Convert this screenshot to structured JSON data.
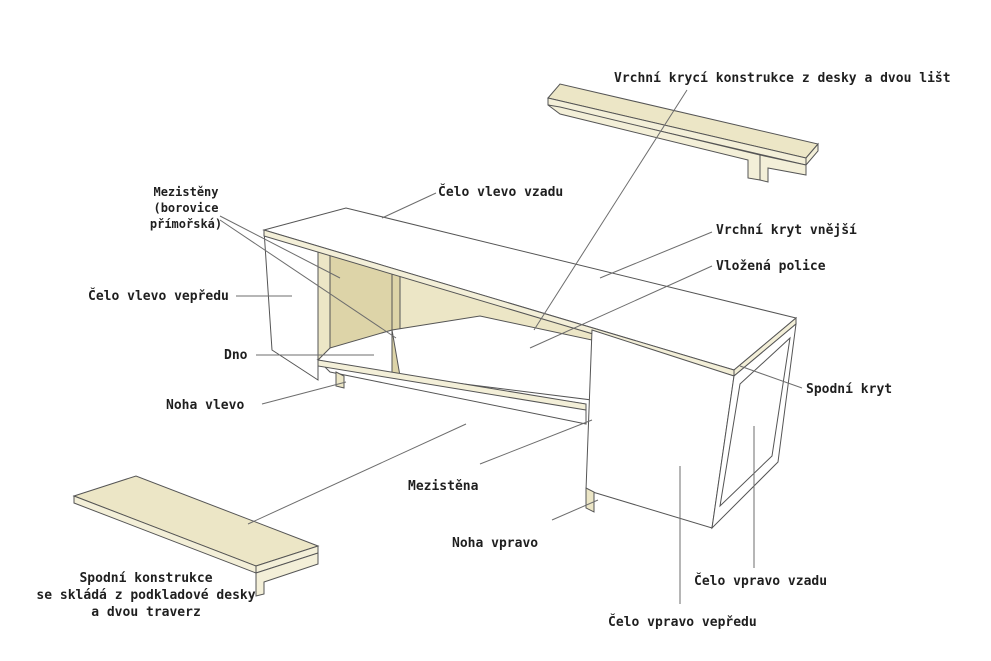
{
  "labels": {
    "vrchni_kryci": "Vrchní krycí konstrukce z desky a dvou lišt",
    "celo_vlevo_vzadu": "Čelo vlevo vzadu",
    "mezisteny_1": "Mezistěny",
    "mezisteny_2": "(borovice",
    "mezisteny_3": "přímořská)",
    "vrchni_kryt_vnejsi": "Vrchní kryt vnější",
    "vlozena_police": "Vložená police",
    "celo_vlevo_vepredu": "Čelo vlevo vepředu",
    "dno": "Dno",
    "spodni_kryt": "Spodní kryt",
    "noha_vlevo": "Noha vlevo",
    "mezistena": "Mezistěna",
    "noha_vpravo": "Noha vpravo",
    "spodni_konstrukce_1": "Spodní konstrukce",
    "spodni_konstrukce_2": "se skládá z podkladové desky",
    "spodni_konstrukce_3": "a dvou traverz",
    "celo_vpravo_vzadu": "Čelo vpravo vzadu",
    "celo_vpravo_vepredu": "Čelo vpravo vepředu"
  }
}
